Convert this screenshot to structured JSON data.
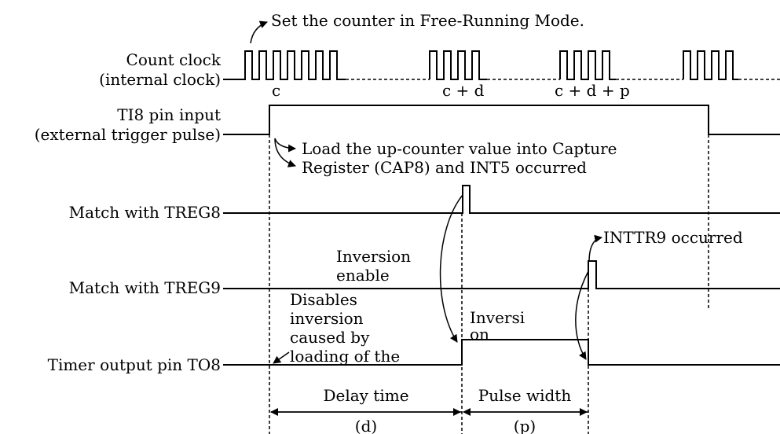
{
  "top_note": "Set the counter in Free-Running Mode.",
  "signals": {
    "count_clock": {
      "label_line1": "Count clock",
      "label_line2": "(internal clock)"
    },
    "ti8": {
      "label_line1": "TI8 pin input",
      "label_line2": "(external trigger pulse)"
    },
    "treg8": {
      "label": "Match with TREG8"
    },
    "treg9": {
      "label": "Match with TREG9"
    },
    "to8": {
      "label": "Timer output pin TO8"
    }
  },
  "count_labels": {
    "c": "c",
    "cd": "c + d",
    "cdp": "c + d + p"
  },
  "annotations": {
    "load_line1": "Load the up-counter value into Capture",
    "load_line2": "Register (CAP8) and INT5 occurred",
    "inversion_enable_line1": "Inversion",
    "inversion_enable_line2": "enable",
    "disables_lines": [
      "Disables",
      "inversion",
      "caused by",
      "loading of the"
    ],
    "inversion_line1": "Inversi",
    "inversion_line2": "on",
    "inttr9": "INTTR9 occurred"
  },
  "timing": {
    "delay_label": "Delay time",
    "delay_sym": "(d)",
    "pulse_label": "Pulse width",
    "pulse_sym": "(p)"
  }
}
